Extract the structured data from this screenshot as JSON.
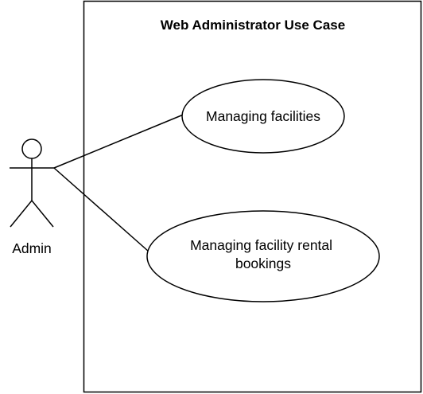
{
  "system": {
    "title": "Web Administrator Use Case"
  },
  "actor": {
    "name": "Admin"
  },
  "use_cases": [
    {
      "lines": [
        "Managing facilities"
      ]
    },
    {
      "lines": [
        "Managing facility rental",
        "bookings"
      ]
    }
  ],
  "colors": {
    "stroke": "#000000",
    "background": "#ffffff"
  }
}
